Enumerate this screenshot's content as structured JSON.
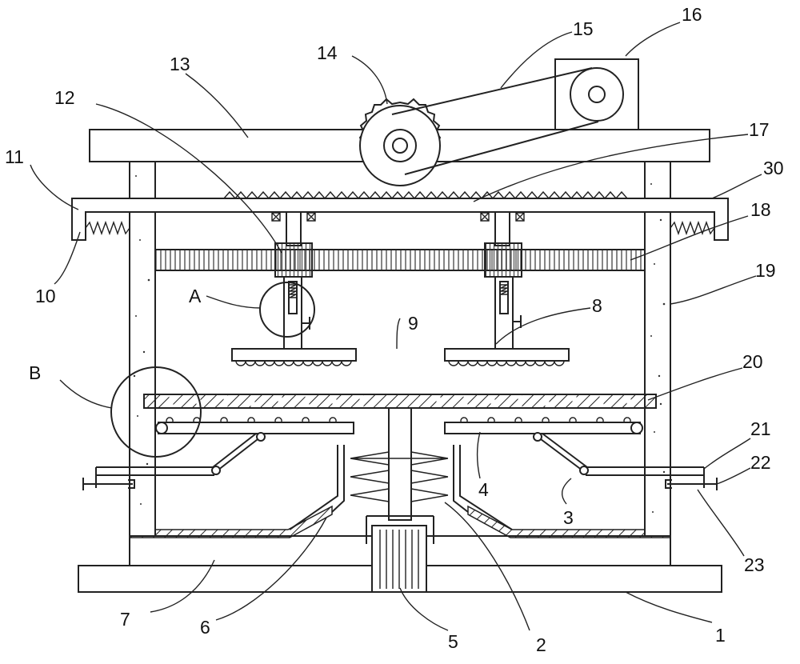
{
  "labels": {
    "l1": "1",
    "l2": "2",
    "l3": "3",
    "l4": "4",
    "l5": "5",
    "l6": "6",
    "l7": "7",
    "l8": "8",
    "l9": "9",
    "l10": "10",
    "l11": "11",
    "l12": "12",
    "l13": "13",
    "l14": "14",
    "l15": "15",
    "l16": "16",
    "l17": "17",
    "l18": "18",
    "l19": "19",
    "l20": "20",
    "l21": "21",
    "l22": "22",
    "l23": "23",
    "l30": "30",
    "lA": "A",
    "lB": "B"
  }
}
